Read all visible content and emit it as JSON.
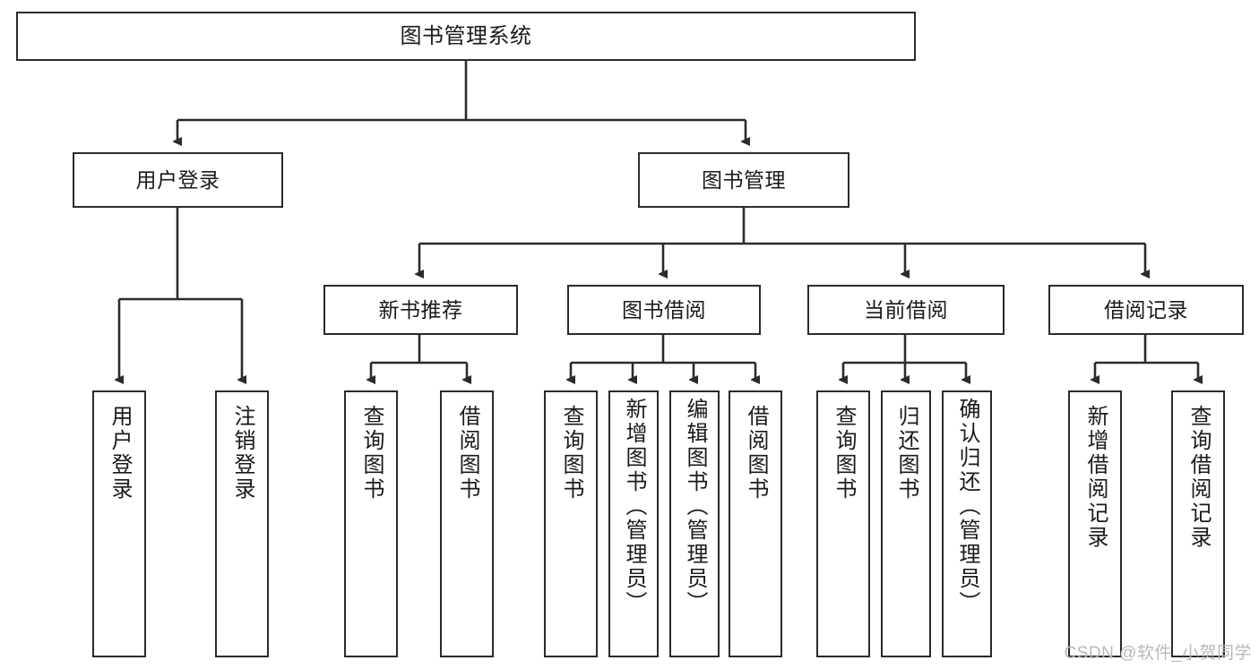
{
  "diagram": {
    "title": "图书管理系统",
    "type": "tree",
    "background_color": "#ffffff",
    "line_color": "#2b2b2b",
    "box_fill": "#ffffff",
    "nodes": {
      "root": {
        "label": "图书管理系统",
        "level": 1
      },
      "l2": [
        {
          "id": "user-login",
          "label": "用户登录",
          "level": 2
        },
        {
          "id": "book-admin",
          "label": "图书管理",
          "level": 2
        }
      ],
      "l3": [
        {
          "id": "new-book-rec",
          "label": "新书推荐",
          "level": 3,
          "parent": "book-admin"
        },
        {
          "id": "book-borrow",
          "label": "图书借阅",
          "level": 3,
          "parent": "book-admin"
        },
        {
          "id": "current-borrow",
          "label": "当前借阅",
          "level": 3,
          "parent": "book-admin"
        },
        {
          "id": "borrow-record",
          "label": "借阅记录",
          "level": 3,
          "parent": "book-admin"
        }
      ],
      "leaves": [
        {
          "id": "leaf-user-login",
          "label": "用户登录",
          "parent": "user-login"
        },
        {
          "id": "leaf-logout",
          "label": "注销登录",
          "parent": "user-login"
        },
        {
          "id": "leaf-query-book-1",
          "label": "查询图书",
          "parent": "new-book-rec"
        },
        {
          "id": "leaf-borrow-book-1",
          "label": "借阅图书",
          "parent": "new-book-rec"
        },
        {
          "id": "leaf-query-book-2",
          "label": "查询图书",
          "parent": "book-borrow"
        },
        {
          "id": "leaf-add-book",
          "label": "新增图书（管理员）",
          "parent": "book-borrow"
        },
        {
          "id": "leaf-edit-book",
          "label": "编辑图书（管理员）",
          "parent": "book-borrow"
        },
        {
          "id": "leaf-borrow-book-2",
          "label": "借阅图书",
          "parent": "book-borrow"
        },
        {
          "id": "leaf-query-book-3",
          "label": "查询图书",
          "parent": "current-borrow"
        },
        {
          "id": "leaf-return-book",
          "label": "归还图书",
          "parent": "current-borrow"
        },
        {
          "id": "leaf-confirm-return",
          "label": "确认归还（管理员）",
          "parent": "current-borrow"
        },
        {
          "id": "leaf-add-record",
          "label": "新增借阅记录",
          "parent": "borrow-record"
        },
        {
          "id": "leaf-query-record",
          "label": "查询借阅记录",
          "parent": "borrow-record"
        }
      ]
    }
  },
  "watermark": {
    "text": "CSDN @软件_小贺同学"
  }
}
